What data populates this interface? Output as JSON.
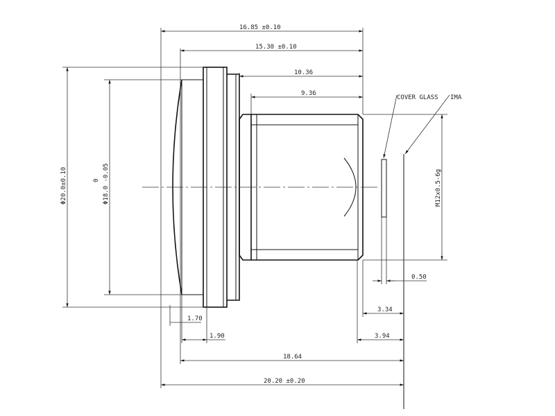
{
  "drawing": {
    "dims": {
      "overall_flange_to_thread": "16.85 ±0.10",
      "front_to_thread_end": "15.30 ±0.10",
      "body_length": "10.36",
      "thread_length": "9.36",
      "cover_glass_thickness": "0.50",
      "thread_end_to_image": "3.34",
      "back_to_image": "3.94",
      "front_offset": "1.70",
      "flange_offset": "1.90",
      "lens_to_image": "18.64",
      "total_length": "20.20 ±0.20",
      "outer_diameter": "Φ20.0±0.10",
      "lens_diameter": "Φ18.0 -0.05",
      "lens_diameter_upper_tol": "0",
      "thread": "M12x0.5-6g"
    },
    "labels": {
      "cover_glass": "COVER GLASS",
      "image_plane": "IMA"
    }
  }
}
